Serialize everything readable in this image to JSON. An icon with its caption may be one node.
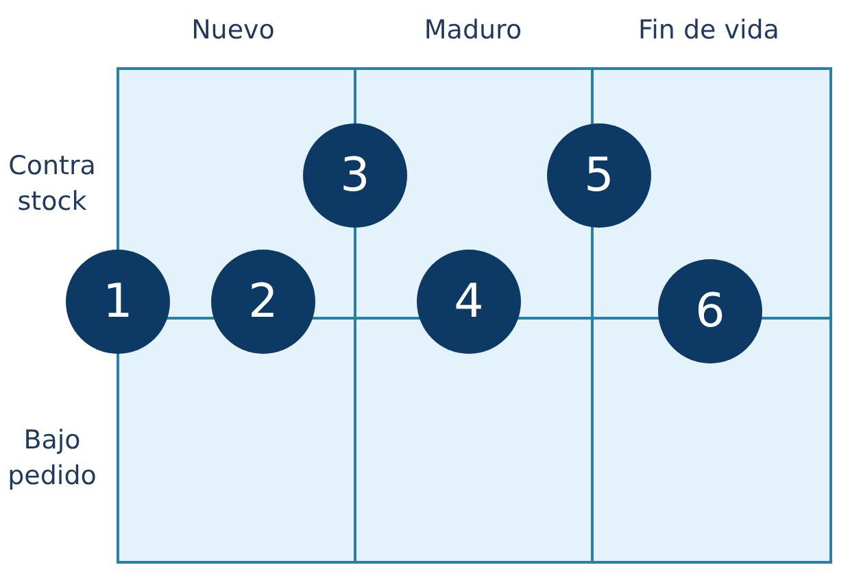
{
  "diagram": {
    "nodes": [
      {
        "text": [
          "1"
        ]
      },
      {
        "text": [
          "2"
        ]
      },
      {
        "text": [
          "3"
        ]
      },
      {
        "text": [
          "4"
        ]
      },
      {
        "text": [
          "5"
        ]
      },
      {
        "text": [
          "6"
        ]
      }
    ],
    "labels": [
      "Nuevo",
      "Maduro",
      "Fin de vida",
      "Contra stock",
      "Bajo pedido"
    ]
  }
}
